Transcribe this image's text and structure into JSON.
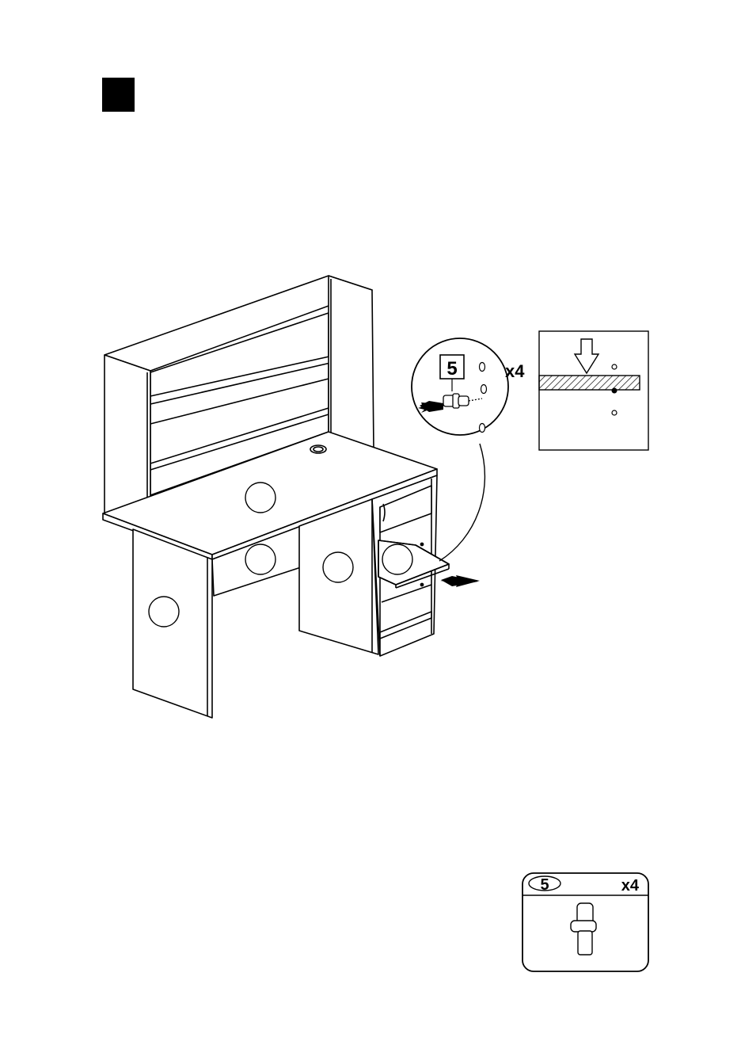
{
  "step": {
    "marker": ""
  },
  "detail": {
    "part_number": "5",
    "quantity": "x4"
  },
  "parts_box": {
    "part_number": "5",
    "quantity": "x4"
  }
}
